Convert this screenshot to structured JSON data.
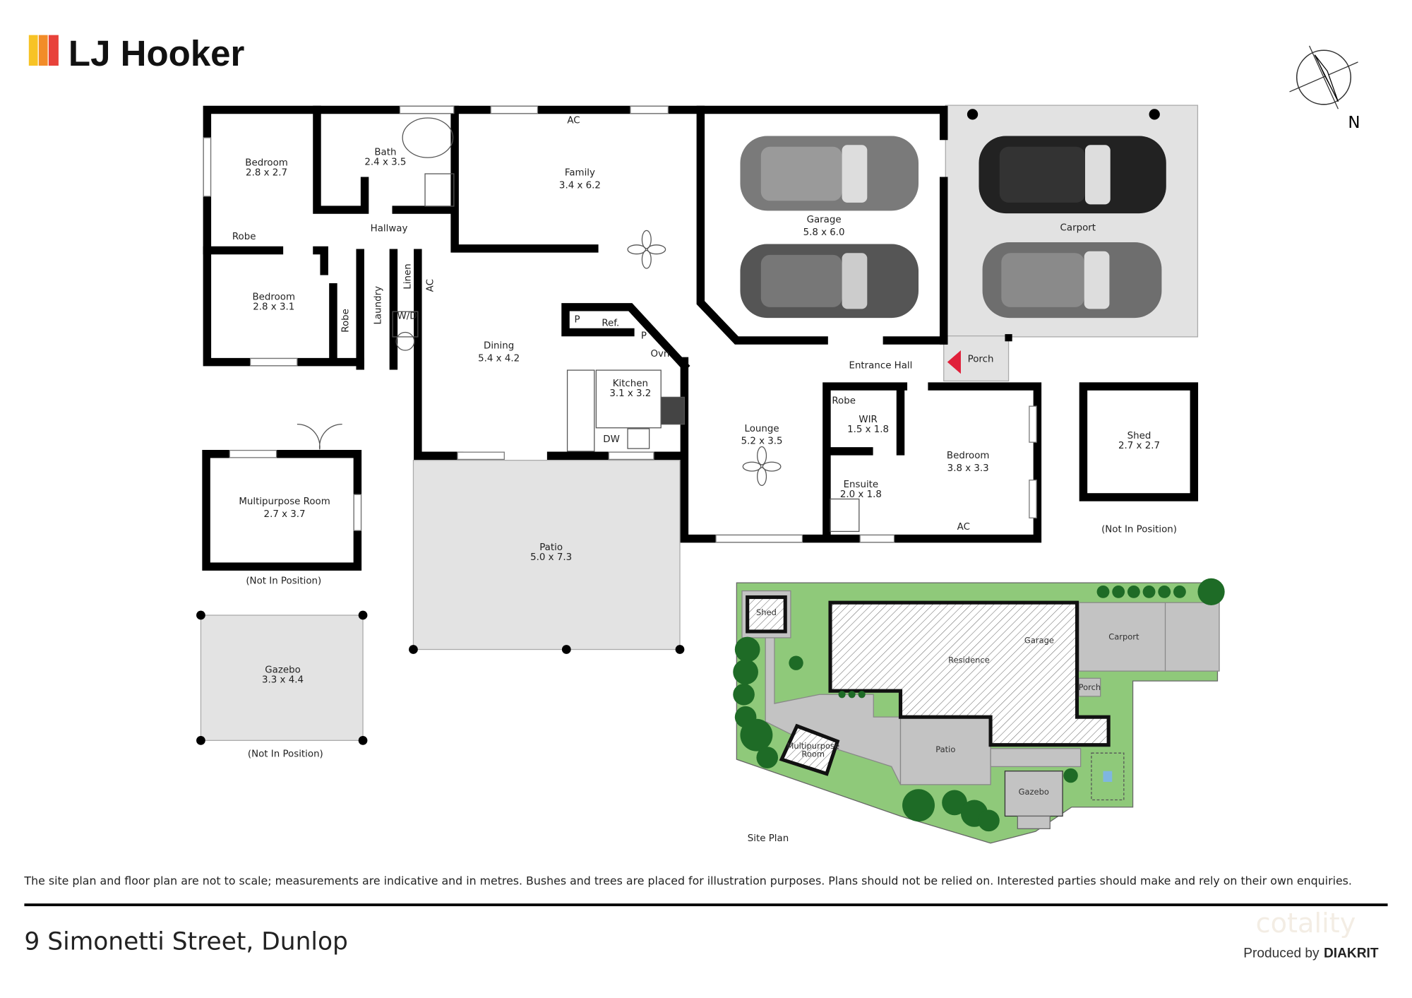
{
  "brand": {
    "name": "LJ Hooker",
    "colors": [
      "#f7c325",
      "#f28c28",
      "#e8423a"
    ]
  },
  "compass": {
    "label": "N"
  },
  "floor_plan": {
    "rooms": [
      {
        "name": "Bedroom",
        "dims": "2.8 x 2.7"
      },
      {
        "name": "Bath",
        "dims": "2.4 x 3.5"
      },
      {
        "name": "Family",
        "dims": "3.4 x 6.2"
      },
      {
        "name": "Garage",
        "dims": "5.8 x 6.0"
      },
      {
        "name": "Carport",
        "dims": ""
      },
      {
        "name": "Robe",
        "dims": ""
      },
      {
        "name": "Hallway",
        "dims": ""
      },
      {
        "name": "Bedroom",
        "dims": "2.8 x 3.1"
      },
      {
        "name": "Robe",
        "dims": ""
      },
      {
        "name": "Laundry",
        "dims": ""
      },
      {
        "name": "Linen",
        "dims": ""
      },
      {
        "name": "AC",
        "dims": ""
      },
      {
        "name": "W/D",
        "dims": ""
      },
      {
        "name": "Dining",
        "dims": "5.4 x 4.2"
      },
      {
        "name": "P",
        "dims": ""
      },
      {
        "name": "Ref.",
        "dims": ""
      },
      {
        "name": "P",
        "dims": ""
      },
      {
        "name": "Ovn",
        "dims": ""
      },
      {
        "name": "Kitchen",
        "dims": "3.1 x 3.2"
      },
      {
        "name": "DW",
        "dims": ""
      },
      {
        "name": "Entrance Hall",
        "dims": ""
      },
      {
        "name": "Porch",
        "dims": ""
      },
      {
        "name": "Robe",
        "dims": ""
      },
      {
        "name": "WIR",
        "dims": "1.5 x 1.8"
      },
      {
        "name": "Lounge",
        "dims": "5.2 x 3.5"
      },
      {
        "name": "Bedroom",
        "dims": "3.8 x 3.3"
      },
      {
        "name": "Ensuite",
        "dims": "2.0 x 1.8"
      },
      {
        "name": "AC",
        "dims": ""
      },
      {
        "name": "AC",
        "dims": ""
      },
      {
        "name": "Shed",
        "dims": "2.7 x 2.7"
      },
      {
        "name": "Multipurpose Room",
        "dims": "2.7 x 3.7"
      },
      {
        "name": "Patio",
        "dims": "5.0 x 7.3"
      },
      {
        "name": "Gazebo",
        "dims": "3.3 x 4.4"
      }
    ],
    "not_in_position": "(Not In Position)"
  },
  "site_plan": {
    "title": "Site Plan",
    "labels": {
      "shed": "Shed",
      "residence": "Residence",
      "garage": "Garage",
      "carport": "Carport",
      "porch": "Porch",
      "multipurpose_1": "Multipurpose",
      "multipurpose_2": "Room",
      "patio": "Patio",
      "gazebo": "Gazebo"
    },
    "colors": {
      "lawn": "#8fc97a",
      "tree": "#1e6b26",
      "paving": "#c3c3c3"
    }
  },
  "footer": {
    "disclaimer": "The site plan and floor plan are not to scale; measurements are indicative and in metres. Bushes and trees are placed for illustration purposes. Plans should not be relied on. Interested parties should make and rely on their own enquiries.",
    "address": "9 Simonetti Street, Dunlop",
    "produced_by": "Produced by",
    "producer": "DIAKRIT",
    "watermark": "cotality"
  }
}
